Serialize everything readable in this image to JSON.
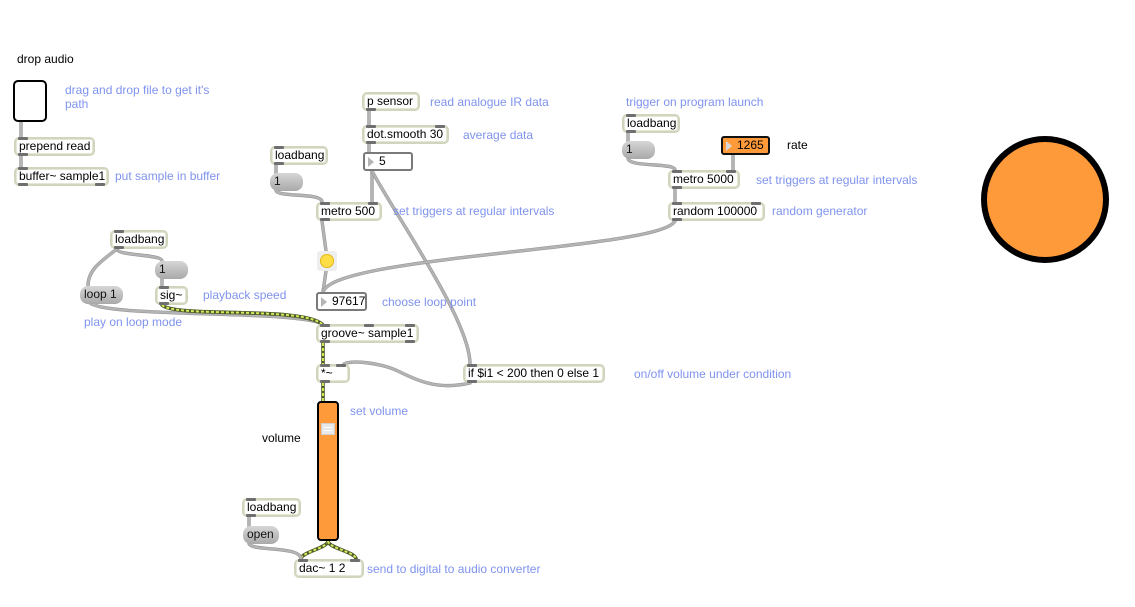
{
  "patcher": {
    "labels": {
      "drop_audio": "drop audio",
      "rate": "rate",
      "volume": "volume"
    },
    "comments": {
      "drag_drop": "drag and drop file to get it's path",
      "put_sample": "put sample in buffer",
      "read_ir": "read analogue IR data",
      "average": "average data",
      "metro_mid": "set triggers at regular intervals",
      "trigger_launch": "trigger on program launch",
      "metro_right": "set triggers at regular intervals",
      "random_gen": "random generator",
      "playback_speed": "playback speed",
      "play_loop": "play on loop mode",
      "loop_point": "choose loop point",
      "onoff": "on/off volume under condition",
      "set_volume": "set volume",
      "dac": "send to digital to audio converter"
    },
    "objects": {
      "prepend_read": "prepend read",
      "buffer": "buffer~ sample1",
      "p_sensor": "p sensor",
      "dot_smooth": "dot.smooth 30",
      "loadbang_mid": "loadbang",
      "metro_500": "metro 500",
      "loadbang_right": "loadbang",
      "metro_5000": "metro 5000",
      "random": "random 100000",
      "loadbang_left": "loadbang",
      "sig": "sig~",
      "groove": "groove~ sample1",
      "times": "*~",
      "if_expr": "if $i1 < 200 then 0 else 1",
      "loadbang_bottom": "loadbang",
      "dac": "dac~ 1 2"
    },
    "messages": {
      "one_mid": "1",
      "one_right": "1",
      "one_left": "1",
      "loop": "loop 1",
      "open": "open"
    },
    "number_boxes": {
      "smoothed": "5",
      "rate": "1265",
      "loop_point": "97617"
    },
    "volume_slider": {
      "value_fraction": 0.85
    },
    "colors": {
      "accent_orange": "#ff9a3a",
      "comment_blue": "#7f93ee",
      "bang_yellow": "#ffdd44",
      "object_border": "#cfd6bd",
      "signal_cord": "#d6e85a",
      "control_cord": "#b4b4b4"
    }
  }
}
